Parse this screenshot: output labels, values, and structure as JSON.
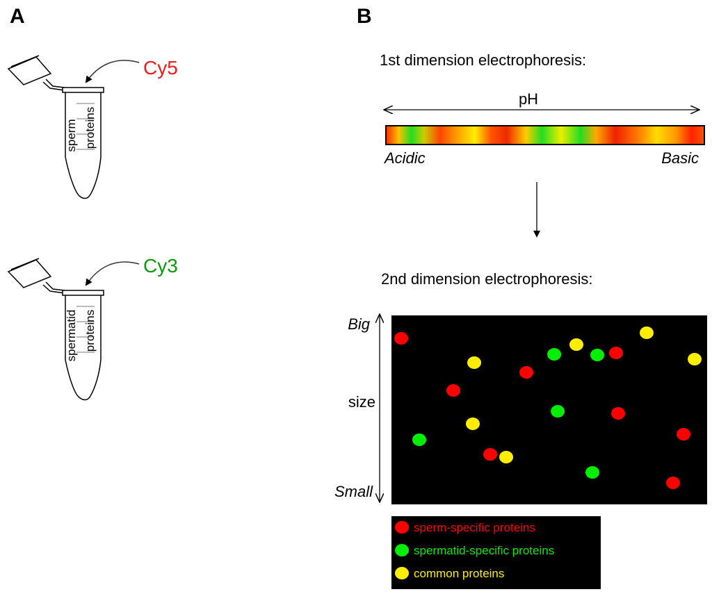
{
  "panels": {
    "a_letter": "A",
    "b_letter": "B"
  },
  "tubes": [
    {
      "dye": "Cy5",
      "dye_color": "#ee1c1c",
      "line1": "sperm",
      "line2": "proteins"
    },
    {
      "dye": "Cy3",
      "dye_color": "#0a9a0a",
      "line1": "spermatid",
      "line2": "proteins"
    }
  ],
  "first_dimension": {
    "heading": "1st dimension electrophoresis:",
    "axis_label": "pH",
    "left_label": "Acidic",
    "right_label": "Basic"
  },
  "second_dimension": {
    "heading": "2nd dimension electrophoresis:",
    "top_label": "Big",
    "mid_label": "size",
    "bottom_label": "Small"
  },
  "colors": {
    "sperm_specific": "#ff0000",
    "spermatid_specific": "#00ee00",
    "common": "#ffee00",
    "gel_background": "#000000"
  },
  "legend": [
    {
      "label": "sperm-specific proteins",
      "kind": "sperm_specific"
    },
    {
      "label": "spermatid-specific proteins",
      "kind": "spermatid_specific"
    },
    {
      "label": "common proteins",
      "kind": "common"
    }
  ]
}
